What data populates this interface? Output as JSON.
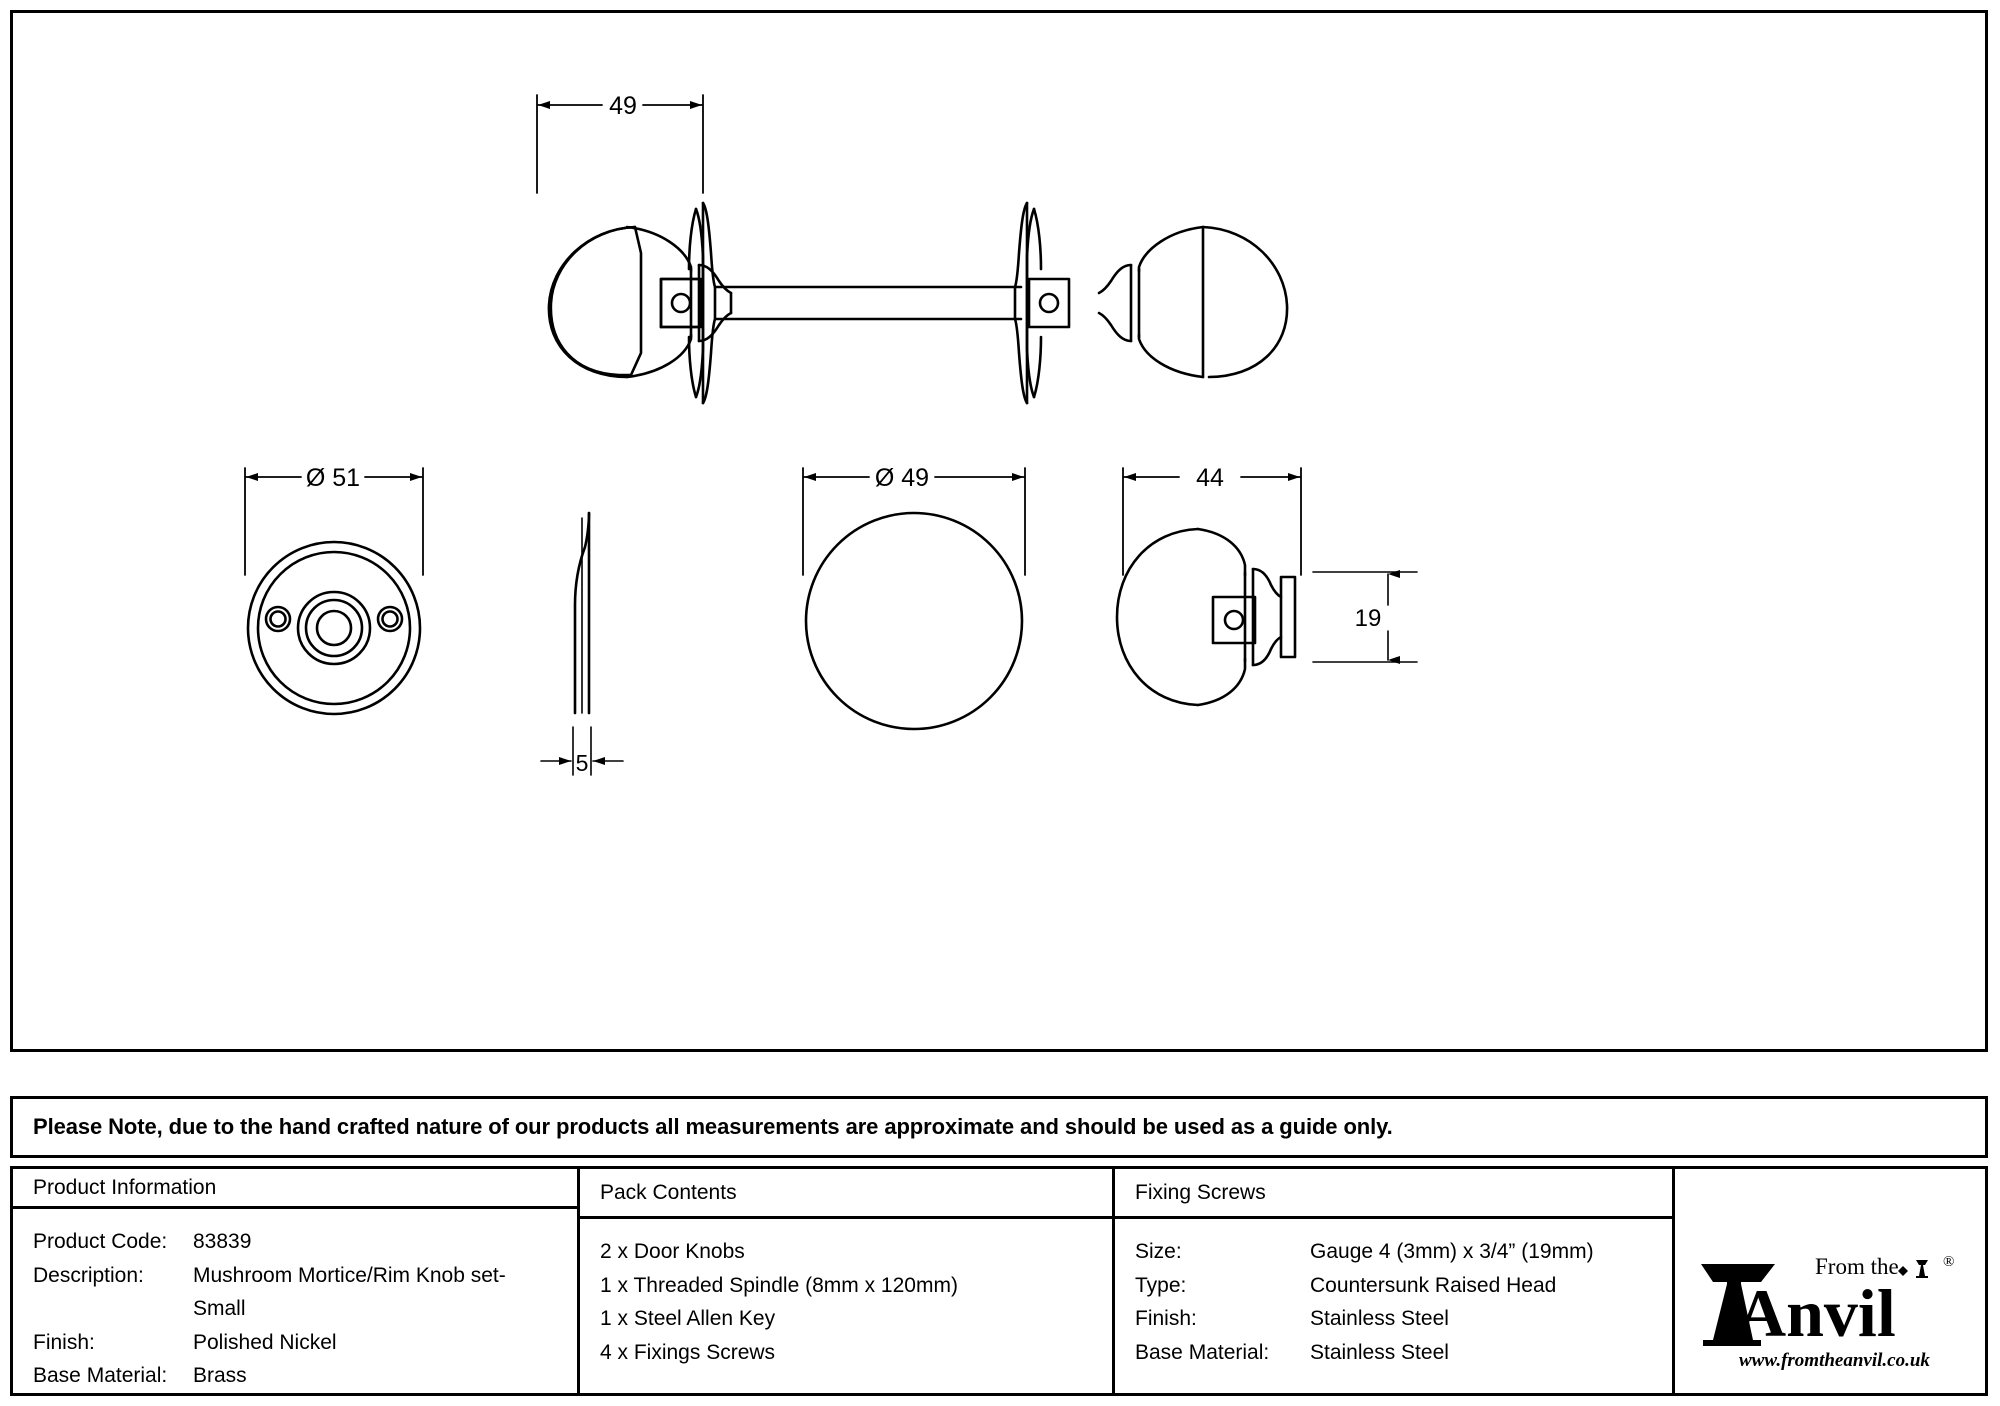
{
  "document": {
    "type": "technical-product-drawing",
    "note": "Please Note, due to the hand crafted nature of our products all measurements are approximate and should be used as a guide only."
  },
  "drawing": {
    "dimensions": {
      "assembly_projection": "49",
      "rose_diameter": "Ø 51",
      "rose_thickness": "5",
      "knob_diameter": "Ø 49",
      "knob_depth": "44",
      "collar_height": "19"
    },
    "views": [
      {
        "name": "assembly-section-view",
        "label": "Knob set assembly with threaded spindle"
      },
      {
        "name": "rose-front-view",
        "label": "Rose front view"
      },
      {
        "name": "rose-edge-view",
        "label": "Rose edge profile"
      },
      {
        "name": "knob-front-view",
        "label": "Knob front view"
      },
      {
        "name": "knob-side-view",
        "label": "Knob side profile"
      }
    ]
  },
  "table": {
    "product_information": {
      "header": "Product Information",
      "rows": [
        {
          "key": "Product Code:",
          "value": "83839"
        },
        {
          "key": "Description:",
          "value": "Mushroom Mortice/Rim Knob set-Small"
        },
        {
          "key": "Finish:",
          "value": "Polished Nickel"
        },
        {
          "key": "Base Material:",
          "value": "Brass"
        }
      ]
    },
    "pack_contents": {
      "header": "Pack Contents",
      "items": [
        "2 x Door Knobs",
        "1 x Threaded Spindle (8mm x 120mm)",
        "1 x Steel Allen Key",
        "4 x Fixings Screws"
      ]
    },
    "fixing_screws": {
      "header": "Fixing Screws",
      "rows": [
        {
          "key": "Size:",
          "value": "Gauge 4 (3mm) x 3/4” (19mm)"
        },
        {
          "key": "Type:",
          "value": "Countersunk Raised Head"
        },
        {
          "key": "Finish:",
          "value": "Stainless Steel"
        },
        {
          "key": "Base Material:",
          "value": "Stainless Steel"
        }
      ]
    }
  },
  "logo": {
    "line1": "From the",
    "line2": "Anvil",
    "registered": "®",
    "website": "www.fromtheanvil.co.uk"
  },
  "colors": {
    "line": "#000000",
    "background": "#ffffff"
  }
}
